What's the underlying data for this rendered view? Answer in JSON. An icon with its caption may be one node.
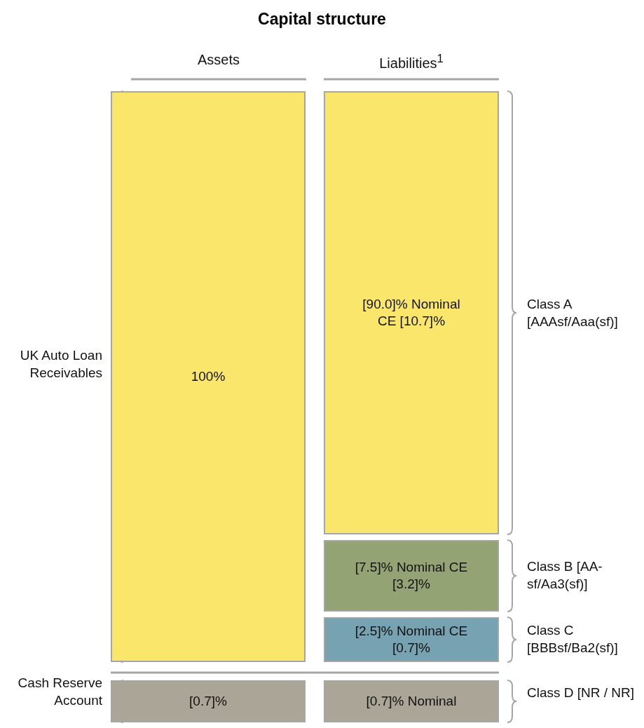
{
  "diagram": {
    "title": "Capital structure",
    "nodes": [
      {
        "text": [
          "100%"
        ],
        "beside": [
          "UK Auto Loan Receivables"
        ]
      },
      {
        "text": [
          "[90.0]% Nominal CE [10.7]%"
        ],
        "beside": [
          "Class A [AAAsf/Aaa(sf)]"
        ]
      },
      {
        "text": [
          "[7.5]% Nominal CE [3.2]%"
        ],
        "beside": [
          "Class B [AA-sf/Aa3(sf)]"
        ]
      },
      {
        "text": [
          "[2.5]% Nominal CE [0.7]%"
        ],
        "beside": [
          "Class C [BBBsf/Ba2(sf)]"
        ]
      },
      {
        "text": [
          "[0.7]%"
        ],
        "beside": [
          "Cash Reserve Account"
        ]
      },
      {
        "text": [
          "[0.7]% Nominal"
        ],
        "beside": [
          "Class D [NR / NR]"
        ]
      }
    ],
    "edges": [],
    "labels": [
      "Assets",
      "Liabilities$^{1}$"
    ]
  }
}
